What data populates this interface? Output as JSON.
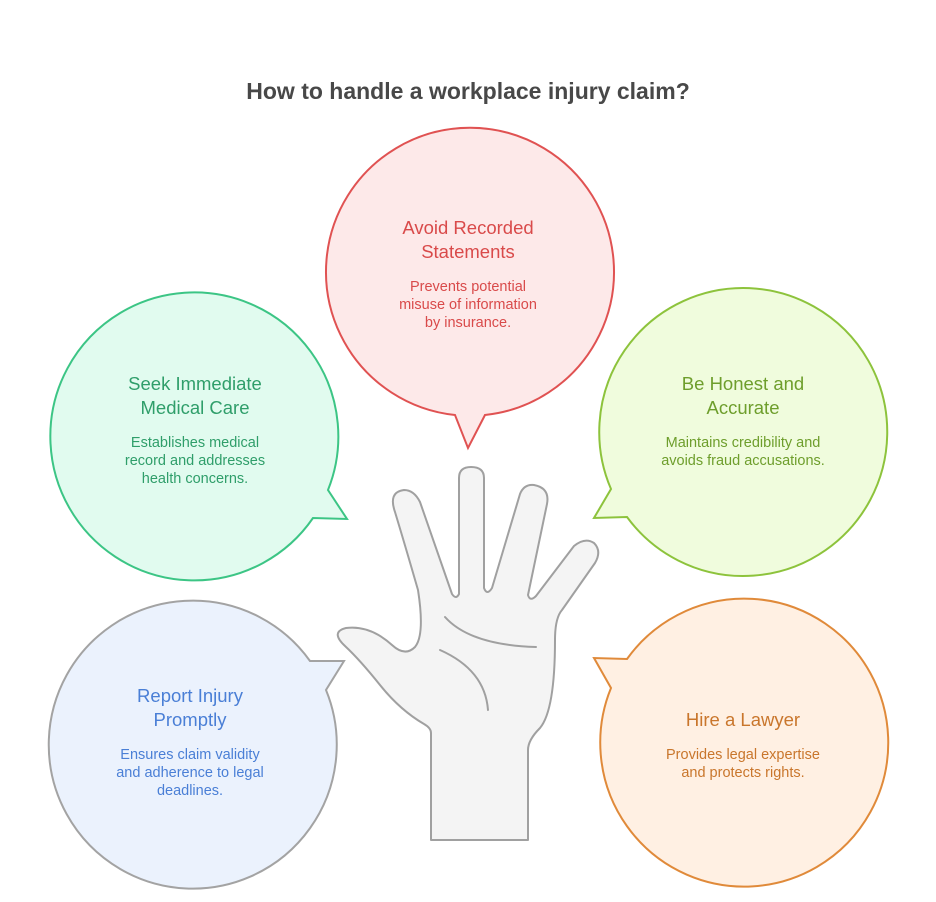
{
  "title": "How to handle a workplace injury claim?",
  "bubbles": [
    {
      "id": "avoid-recorded-statements",
      "title": "Avoid Recorded Statements",
      "description": "Prevents potential misuse of information by insurance.",
      "stroke": "#e05252",
      "fill": "#fde9e9",
      "text_color": "#d94a4a"
    },
    {
      "id": "seek-immediate-medical-care",
      "title": "Seek Immediate Medical Care",
      "description": "Establishes medical record and addresses health concerns.",
      "stroke": "#3cc585",
      "fill": "#e1fbef",
      "text_color": "#2f9e6a"
    },
    {
      "id": "be-honest-and-accurate",
      "title": "Be Honest and Accurate",
      "description": "Maintains credibility and avoids fraud accusations.",
      "stroke": "#8dc33c",
      "fill": "#f0fcdd",
      "text_color": "#6e9e2c"
    },
    {
      "id": "report-injury-promptly",
      "title": "Report Injury Promptly",
      "description": "Ensures claim validity and adherence to legal deadlines.",
      "stroke": "#a3a3a3",
      "fill": "#ebf2fd",
      "text_color": "#4a7fd6"
    },
    {
      "id": "hire-a-lawyer",
      "title": "Hire a Lawyer",
      "description": "Provides legal expertise and protects rights.",
      "stroke": "#e08a3a",
      "fill": "#fff0e3",
      "text_color": "#c9762c"
    }
  ],
  "hand": {
    "icon": "raised-hand-icon",
    "stroke": "#a0a0a0",
    "fill": "#f4f4f4"
  }
}
